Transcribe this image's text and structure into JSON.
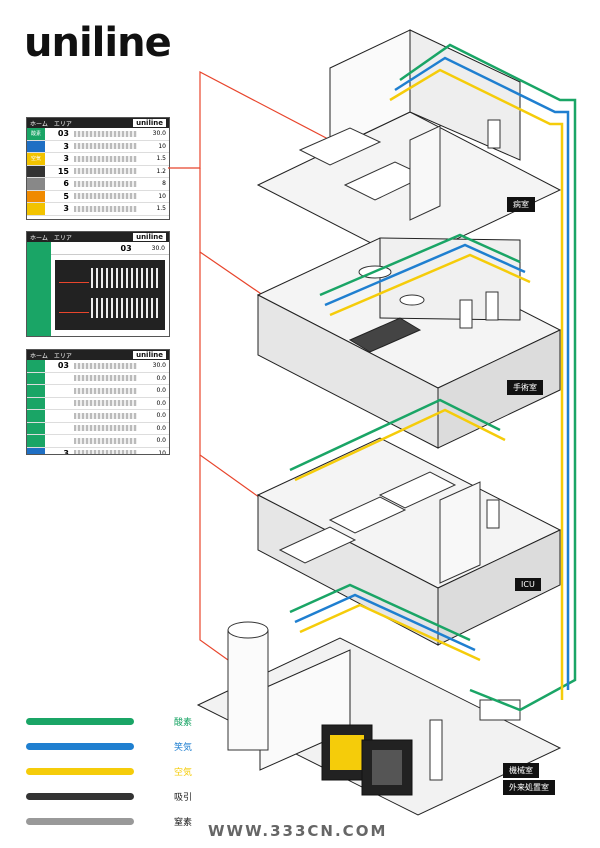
{
  "brand": "uniline",
  "panels": [
    {
      "tabs": [
        "ホーム",
        "エリア"
      ],
      "brand": "uniline",
      "rows": [
        {
          "tag": "酸素",
          "color": "#1aa566",
          "big": "03",
          "val": "30.0"
        },
        {
          "tag": "",
          "color": "#1f6fc4",
          "big": "3",
          "val": "10"
        },
        {
          "tag": "空気",
          "color": "#f2c300",
          "big": "3",
          "val": "1.5"
        },
        {
          "tag": "",
          "color": "#333333",
          "big": "15",
          "val": "1.2"
        },
        {
          "tag": "",
          "color": "#888888",
          "big": "6",
          "val": "8"
        },
        {
          "tag": "",
          "color": "#f08a00",
          "big": "5",
          "val": "10"
        },
        {
          "tag": "",
          "color": "#f2c300",
          "big": "3",
          "val": "1.5"
        }
      ]
    },
    {
      "tabs": [
        "ホーム",
        "エリア"
      ],
      "brand": "uniline",
      "rows": [
        {
          "tag": "",
          "color": "#1aa566",
          "big": "03",
          "val": "30.0"
        }
      ]
    },
    {
      "tabs": [
        "ホーム",
        "エリア"
      ],
      "brand": "uniline",
      "rows": [
        {
          "tag": "",
          "color": "#1aa566",
          "big": "03",
          "val": "30.0"
        },
        {
          "tag": "",
          "color": "#1aa566",
          "big": "",
          "val": "0.0"
        },
        {
          "tag": "",
          "color": "#1aa566",
          "big": "",
          "val": "0.0"
        },
        {
          "tag": "",
          "color": "#1aa566",
          "big": "",
          "val": "0.0"
        },
        {
          "tag": "",
          "color": "#1aa566",
          "big": "",
          "val": "0.0"
        },
        {
          "tag": "",
          "color": "#1aa566",
          "big": "",
          "val": "0.0"
        },
        {
          "tag": "",
          "color": "#1aa566",
          "big": "",
          "val": "0.0"
        },
        {
          "tag": "",
          "color": "#1f6fc4",
          "big": "3",
          "val": "10"
        }
      ]
    }
  ],
  "floors": {
    "ward": "病室",
    "operating": "手術室",
    "icu": "ICU",
    "machine": "機械室",
    "outpatient": "外来処置室"
  },
  "legend": [
    {
      "label": "酸素",
      "color": "#1aa566"
    },
    {
      "label": "笑気",
      "color": "#1f7fd0"
    },
    {
      "label": "空気",
      "color": "#f5cc0a"
    },
    {
      "label": "吸引",
      "color": "#333333"
    },
    {
      "label": "窒素",
      "color": "#999999"
    }
  ],
  "watermark": "WWW.333CN.COM",
  "colors": {
    "callout": "#e8452c",
    "oxygen": "#1aa566",
    "nitrous": "#1f7fd0",
    "air": "#f5cc0a"
  }
}
